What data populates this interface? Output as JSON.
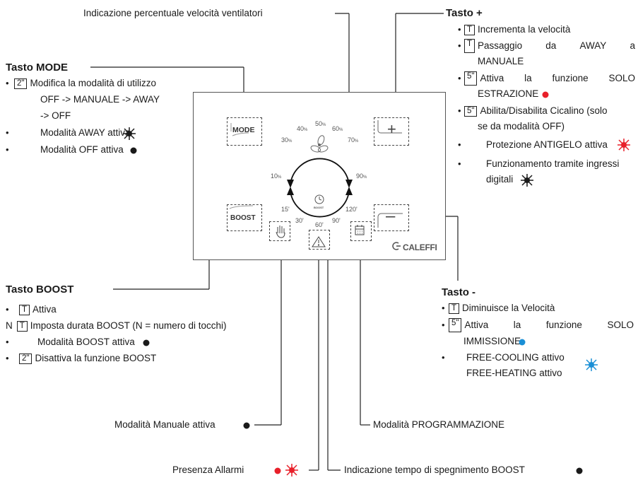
{
  "top_label": "Indicazione percentuale velocità ventilatori",
  "mode": {
    "title": "Tasto MODE",
    "key_2s": "2\"",
    "item1_line1": "Modifica la modalità di utilizzo",
    "item1_line2": "OFF -> MANUALE -> AWAY",
    "item1_line3": "-> OFF",
    "item2": "Modalità AWAY attiva",
    "item3": "Modalità OFF attiva"
  },
  "plus": {
    "title": "Tasto +",
    "key_t": "T",
    "key_5s": "5\"",
    "i1": "Incrementa la velocità",
    "i2_words": [
      "Passaggio",
      "da",
      "AWAY",
      "a"
    ],
    "i2_line2": "MANUALE",
    "i3_words": [
      "Attiva",
      "la",
      "funzione",
      "SOLO"
    ],
    "i3_line2": "ESTRAZIONE",
    "i4_line1": "Abilita/Disabilita Cicalino (solo",
    "i4_line2": "se da modalità OFF)",
    "i5": "Protezione ANTIGELO attiva",
    "i6_line1": "Funzionamento tramite ingressi",
    "i6_line2": "digitali"
  },
  "boost": {
    "title": "Tasto BOOST",
    "key_t": "T",
    "key_2s": "2\"",
    "n": "N",
    "i1": "Attiva",
    "i2": "Imposta durata BOOST (N = numero di tocchi)",
    "i3": "Modalità BOOST attiva",
    "i4": "Disattiva la funzione BOOST"
  },
  "minus": {
    "title": "Tasto -",
    "key_t": "T",
    "key_5s": "5\"",
    "i1": "Diminuisce la Velocità",
    "i2_words": [
      "Attiva",
      "la",
      "funzione",
      "SOLO"
    ],
    "i2_line2": "IMMISSIONE",
    "i3_line1": "FREE-COOLING attivo",
    "i3_line2": "FREE-HEATING attivo"
  },
  "bottom": {
    "manual": "Modalità Manuale attiva",
    "program": "Modalità PROGRAMMAZIONE",
    "alarms": "Presenza Allarmi",
    "boost_time": "Indicazione tempo di spegnimento BOOST"
  },
  "panel": {
    "mode_btn": "MODE",
    "boost_btn": "BOOST",
    "plus_btn": "+",
    "minus_btn": "–",
    "boost_icon_text": "BOOST",
    "brand": "CALEFFI",
    "speed_ticks": [
      {
        "label": "10",
        "unit": "%"
      },
      {
        "label": "30",
        "unit": "%"
      },
      {
        "label": "40",
        "unit": "%"
      },
      {
        "label": "50",
        "unit": "%"
      },
      {
        "label": "60",
        "unit": "%"
      },
      {
        "label": "70",
        "unit": "%"
      },
      {
        "label": "90",
        "unit": "%"
      }
    ],
    "boost_ticks": [
      "15'",
      "30'",
      "60'",
      "90'",
      "120'"
    ]
  },
  "colors": {
    "red": "#e8202a",
    "blue": "#1a8fd6",
    "dark": "#1a1a1a"
  }
}
